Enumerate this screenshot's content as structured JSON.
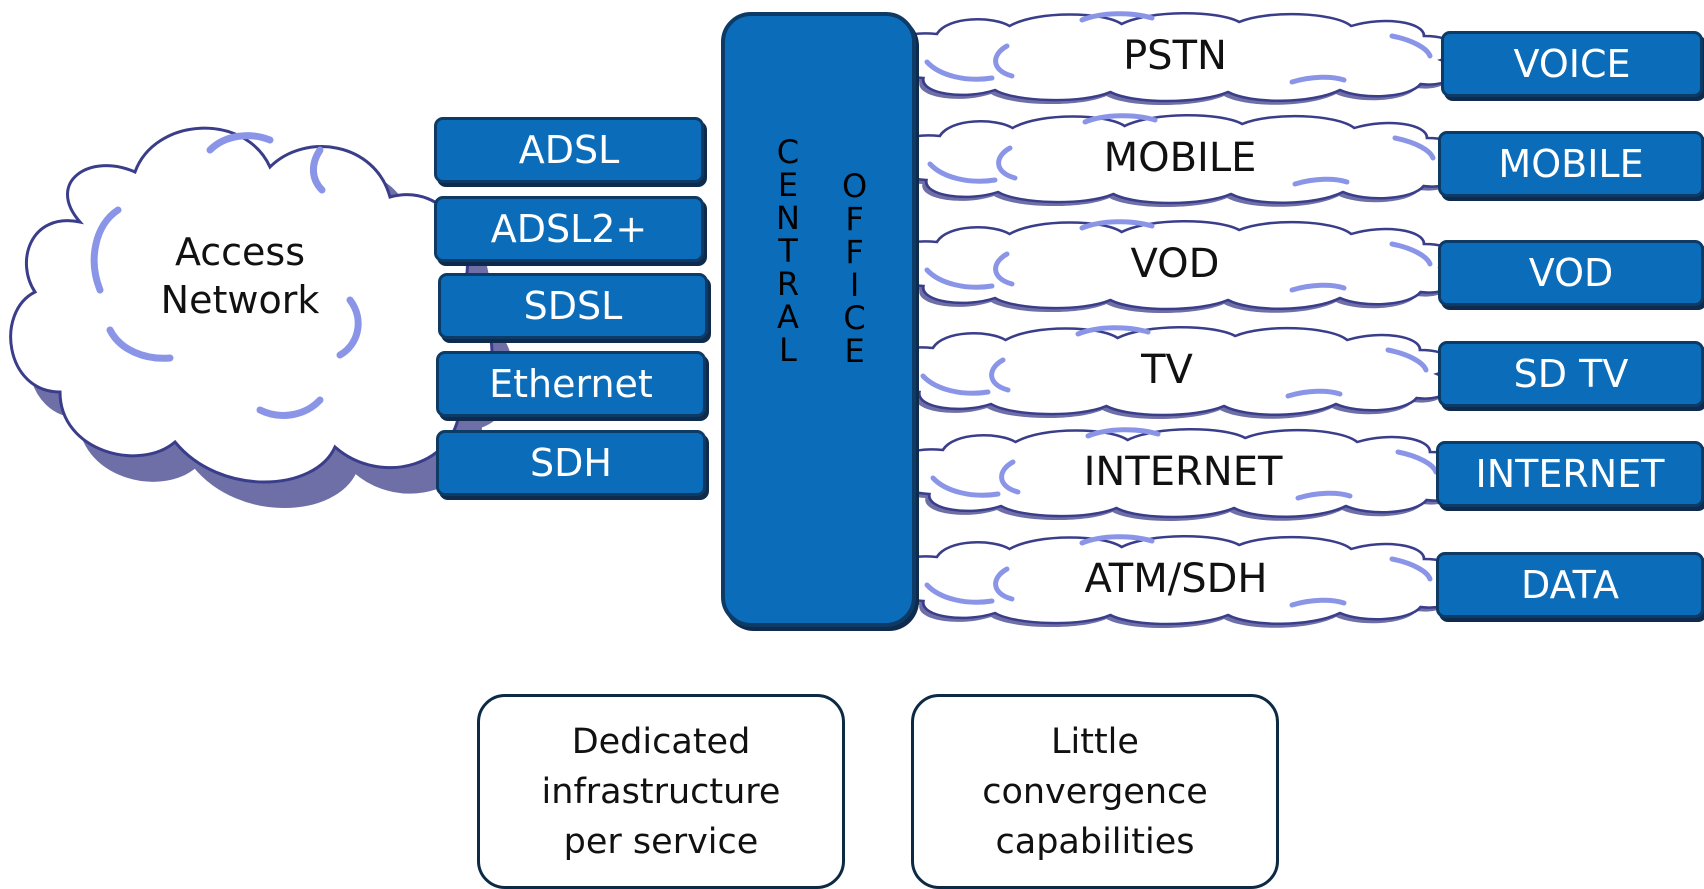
{
  "access_network": {
    "label_line1": "Access",
    "label_line2": "Network"
  },
  "access_technologies": [
    "ADSL",
    "ADSL2+",
    "SDSL",
    "Ethernet",
    "SDH"
  ],
  "central_office": {
    "left_letters": [
      "C",
      "E",
      "N",
      "T",
      "R",
      "A",
      "L"
    ],
    "right_letters": [
      "O",
      "F",
      "F",
      "I",
      "C",
      "E"
    ]
  },
  "networks": [
    "PSTN",
    "MOBILE",
    "VOD",
    "TV",
    "INTERNET",
    "ATM/SDH"
  ],
  "services": [
    "VOICE",
    "MOBILE",
    "VOD",
    "SD TV",
    "INTERNET",
    "DATA"
  ],
  "notes": [
    {
      "line1": "Dedicated",
      "line2": "infrastructure",
      "line3": "per service"
    },
    {
      "line1": "Little",
      "line2": "convergence",
      "line3": "capabilities"
    }
  ],
  "colors": {
    "box_fill": "#0b6cb9",
    "box_border": "#0d3b66",
    "cloud_outline": "#3a3d8a",
    "cloud_shadow": "#6f6fa8",
    "cloud_highlight": "#8a95e8"
  }
}
